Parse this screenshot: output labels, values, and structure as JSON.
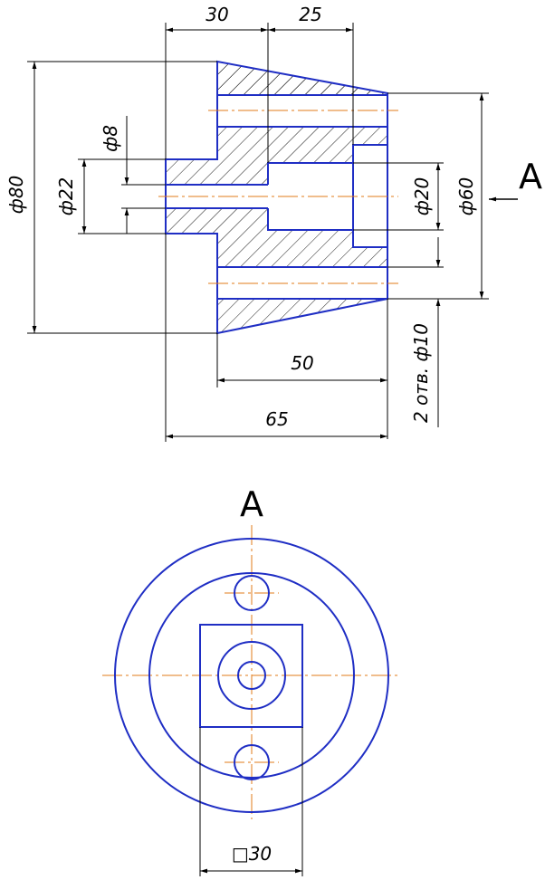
{
  "colors": {
    "outline": "#1f2ec4",
    "centerline": "#e07b1a",
    "dimension": "#000000",
    "hatch": "#000000",
    "background": "#ffffff"
  },
  "labels": {
    "dim_30": "30",
    "dim_25": "25",
    "dim_d8": "ф8",
    "dim_d80": "ф80",
    "dim_d22": "ф22",
    "dim_d20": "ф20",
    "dim_d60": "ф60",
    "dim_50": "50",
    "dim_65": "65",
    "dim_holes": "2 отв. ф10",
    "view_arrow": "A",
    "view_title": "A",
    "dim_square": "□30"
  }
}
